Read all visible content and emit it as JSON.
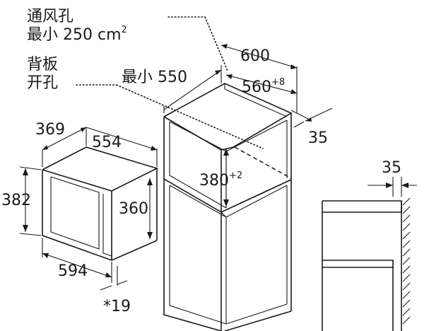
{
  "labels": {
    "vent_title": "通风孔",
    "vent_min": "最小 250 cm",
    "vent_sup": "2",
    "back_line1": "背板",
    "back_line2": "开孔",
    "min_depth": "最小 550"
  },
  "dimensions": {
    "d600": "600",
    "d560": "560",
    "d560_tol": "+8",
    "d35_top": "35",
    "d380": "380",
    "d380_tol": "+2",
    "d35_side": "35",
    "d369": "369",
    "d554": "554",
    "d382": "382",
    "d360": "360",
    "d594": "594",
    "d19": "*19"
  }
}
